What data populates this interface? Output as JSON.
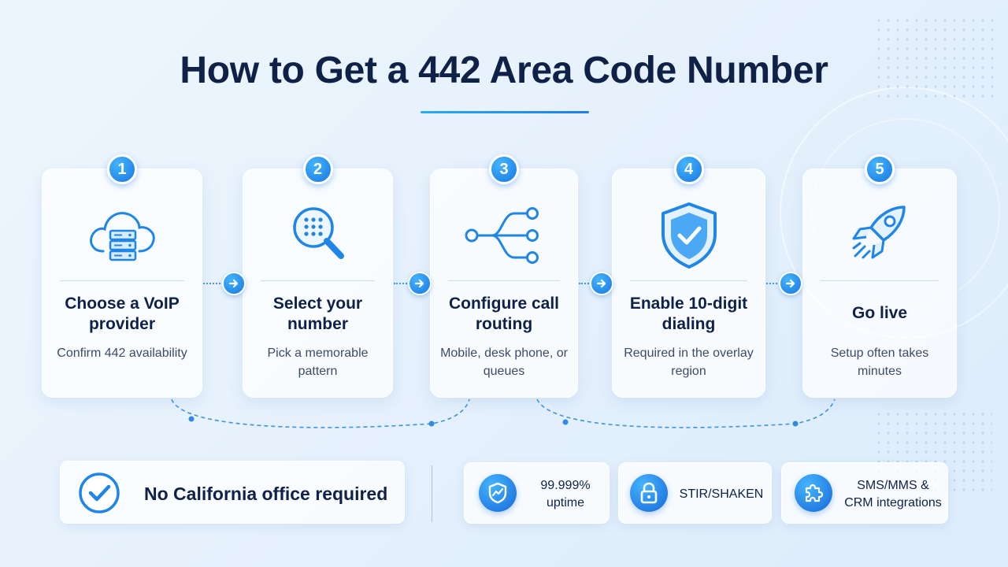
{
  "title": "How to Get a 442 Area Code Number",
  "steps": [
    {
      "number": "1",
      "title": "Choose a VoIP provider",
      "description": "Confirm 442 availability",
      "icon": "cloud-server-icon"
    },
    {
      "number": "2",
      "title": "Select your number",
      "description": "Pick a memorable pattern",
      "icon": "keypad-search-icon"
    },
    {
      "number": "3",
      "title": "Configure call routing",
      "description": "Mobile, desk phone, or queues",
      "icon": "routing-branch-icon"
    },
    {
      "number": "4",
      "title": "Enable 10-digit dialing",
      "description": "Required in the overlay region",
      "icon": "shield-check-icon"
    },
    {
      "number": "5",
      "title": "Go live",
      "description": "Setup often takes minutes",
      "icon": "rocket-icon"
    }
  ],
  "highlight": {
    "text": "No California office required",
    "icon": "check-circle-icon"
  },
  "features": [
    {
      "text": "99.999% uptime",
      "icon": "shield-trend-icon"
    },
    {
      "text": "STIR/SHAKEN",
      "icon": "lock-icon"
    },
    {
      "text": "SMS/MMS & CRM integrations",
      "icon": "puzzle-icon"
    }
  ],
  "colors": {
    "accent": "#1677e0",
    "accent_light": "#45b4ff",
    "title": "#0f2147",
    "text": "#3c4b66"
  }
}
